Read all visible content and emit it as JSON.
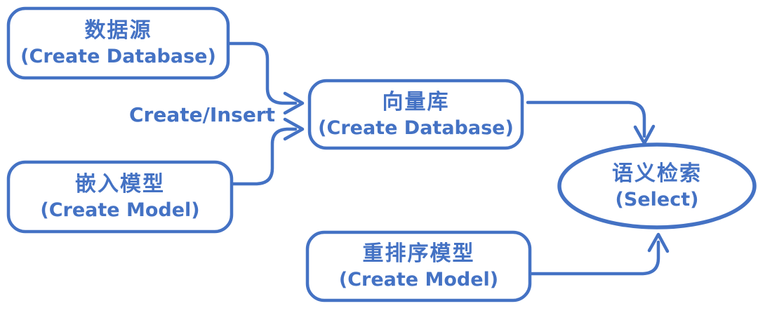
{
  "accent_color": "#4472c4",
  "background_color": "#ffffff",
  "diagram": {
    "nodes": {
      "data_source": {
        "title": "数据源",
        "subtitle": "(Create Database)"
      },
      "embedding_model": {
        "title": "嵌入模型",
        "subtitle": "(Create Model)"
      },
      "vector_store": {
        "title": "向量库",
        "subtitle": "(Create Database)"
      },
      "rerank_model": {
        "title": "重排序模型",
        "subtitle": "(Create Model)"
      },
      "semantic_search": {
        "title": "语义检索",
        "subtitle": "(Select)"
      }
    },
    "edge_labels": {
      "create_insert": "Create/Insert"
    }
  }
}
